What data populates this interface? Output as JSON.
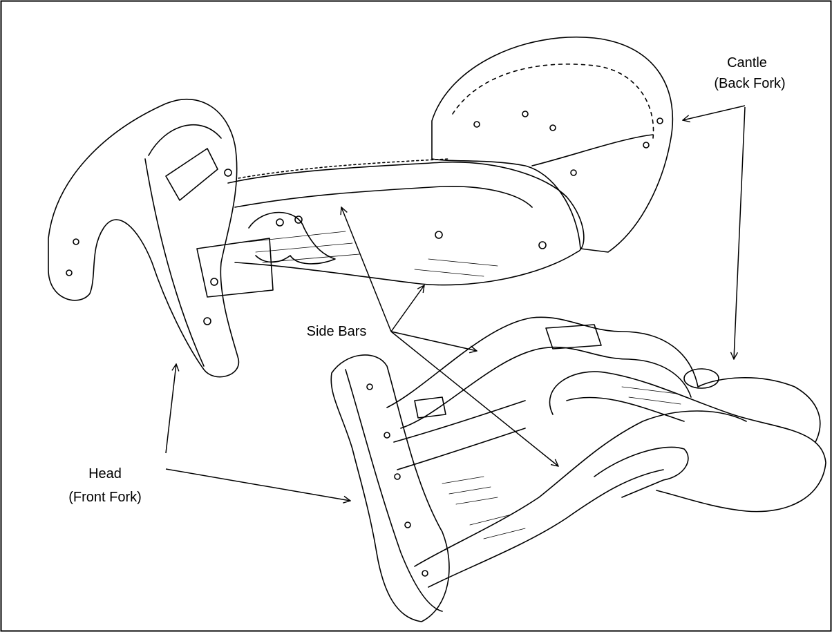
{
  "labels": {
    "cantle_line1": "Cantle",
    "cantle_line2": "(Back Fork)",
    "side_bars": "Side Bars",
    "head_line1": "Head",
    "head_line2": "(Front Fork)"
  },
  "colors": {
    "ink": "#000000",
    "paper": "#ffffff"
  }
}
